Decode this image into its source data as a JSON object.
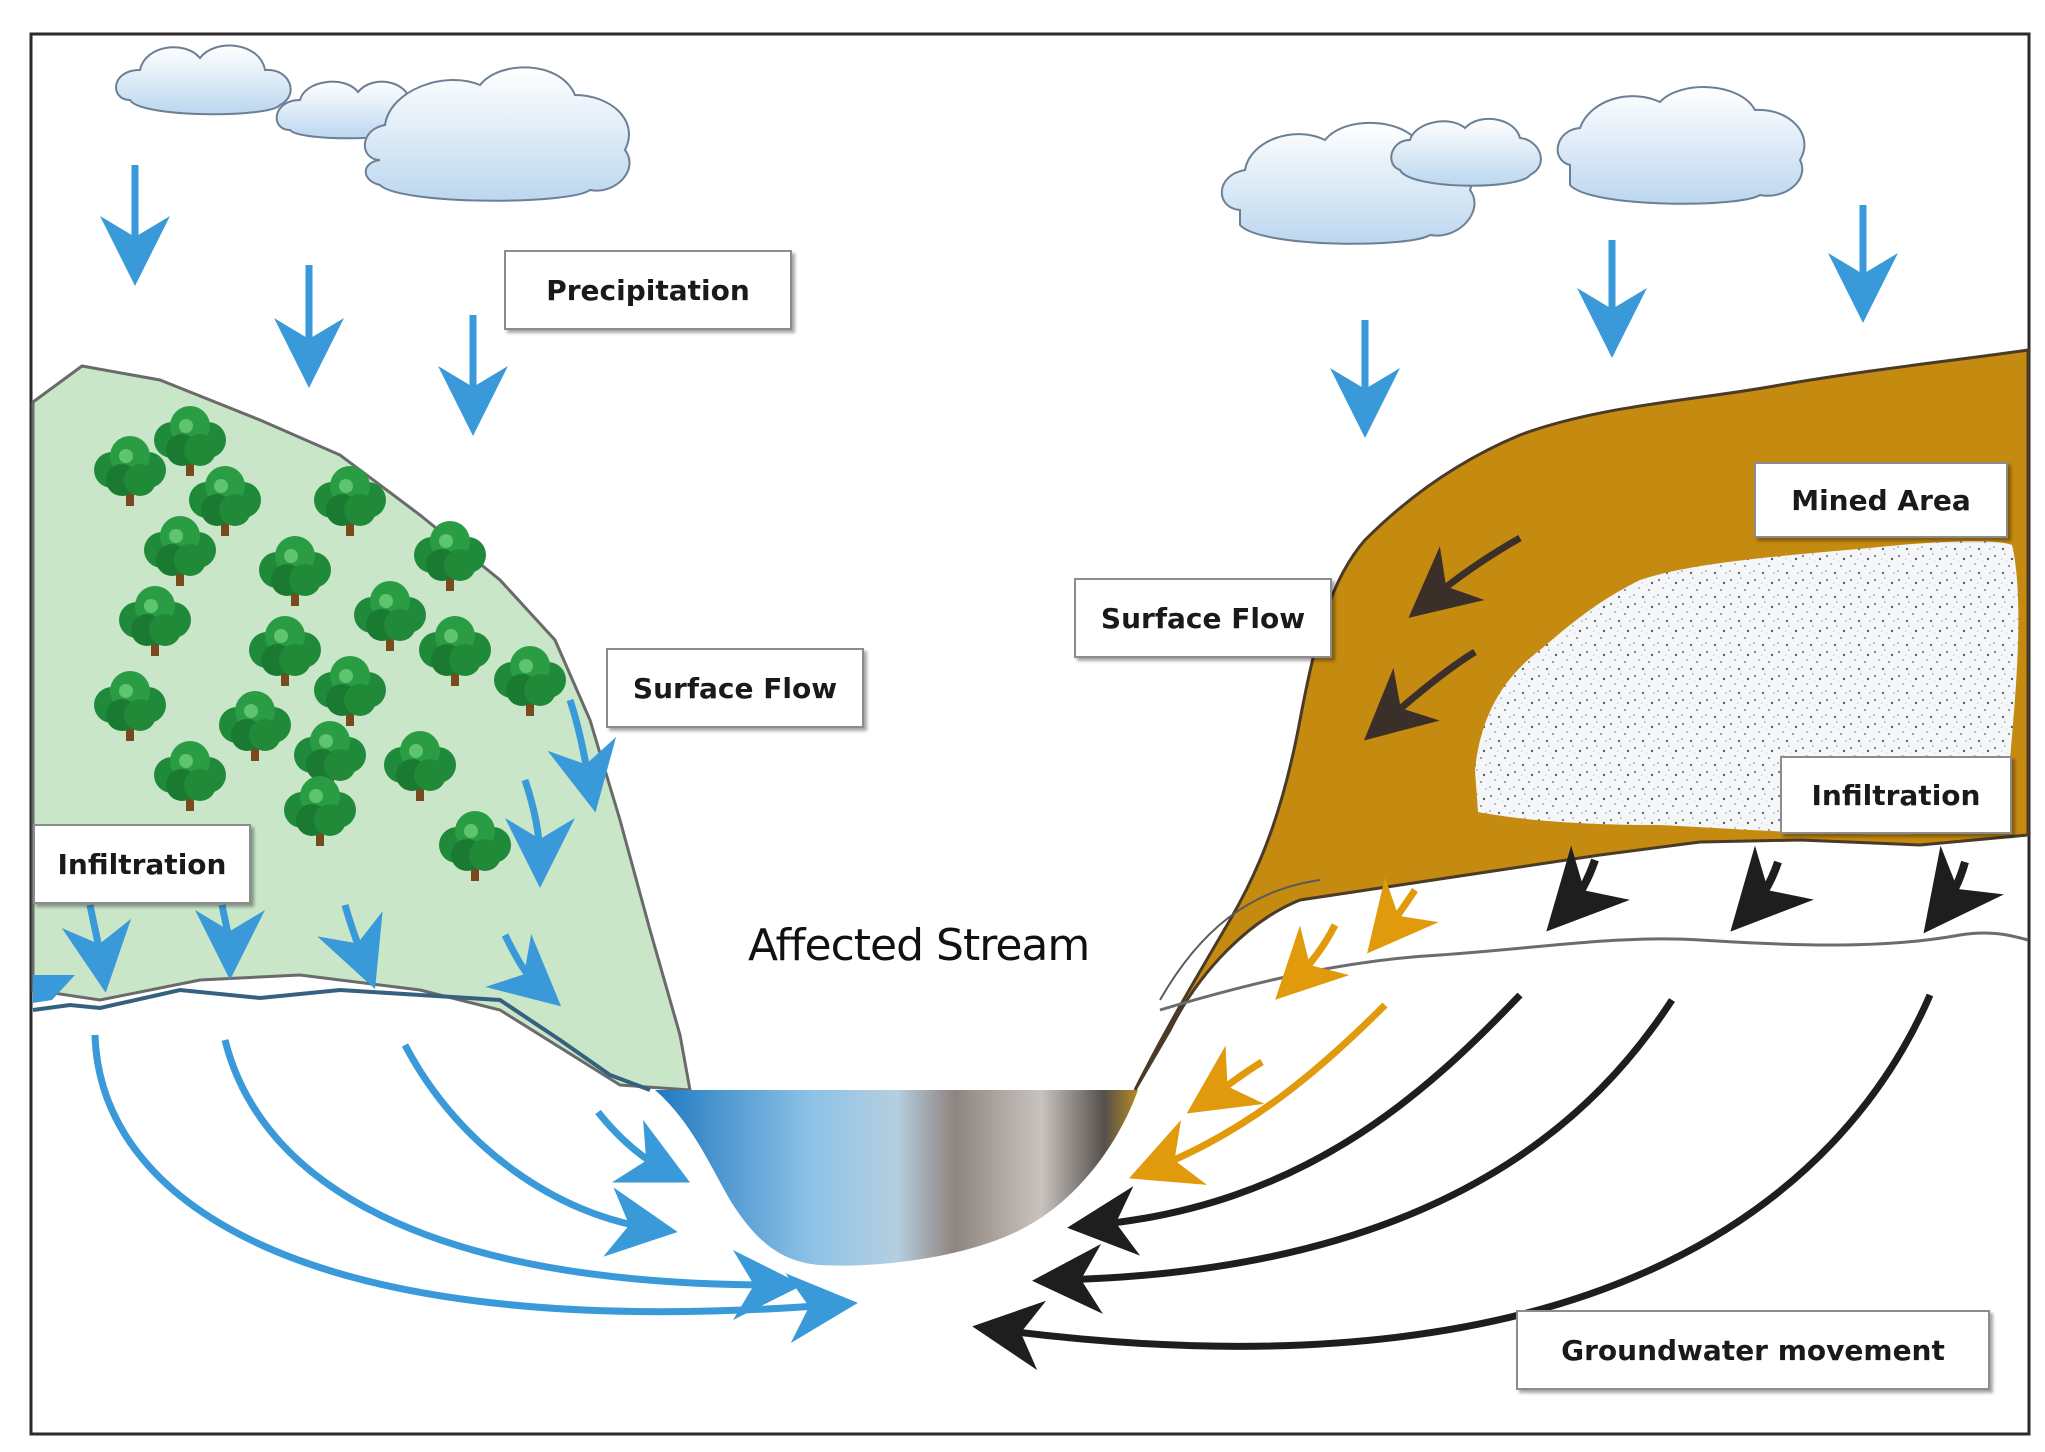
{
  "labels": {
    "precipitation": "Precipitation",
    "surface_flow_left": "Surface Flow",
    "infiltration_left": "Infiltration",
    "affected_stream": "Affected Stream",
    "mined_area": "Mined Area",
    "surface_flow_right": "Surface Flow",
    "infiltration_right": "Infiltration",
    "groundwater_movement": "Groundwater movement"
  },
  "colors": {
    "water_arrow": "#3a9ad9",
    "mine_arrow": "#3b2f2a",
    "mine_infiltration_arrow": "#e09a0c",
    "groundwater_dark": "#1e1e1e",
    "forest_ground": "#c9e6c8",
    "mine_soil": "#c58a10",
    "stream_blue": "#2f7fc1",
    "stream_dark": "#6b625a"
  }
}
